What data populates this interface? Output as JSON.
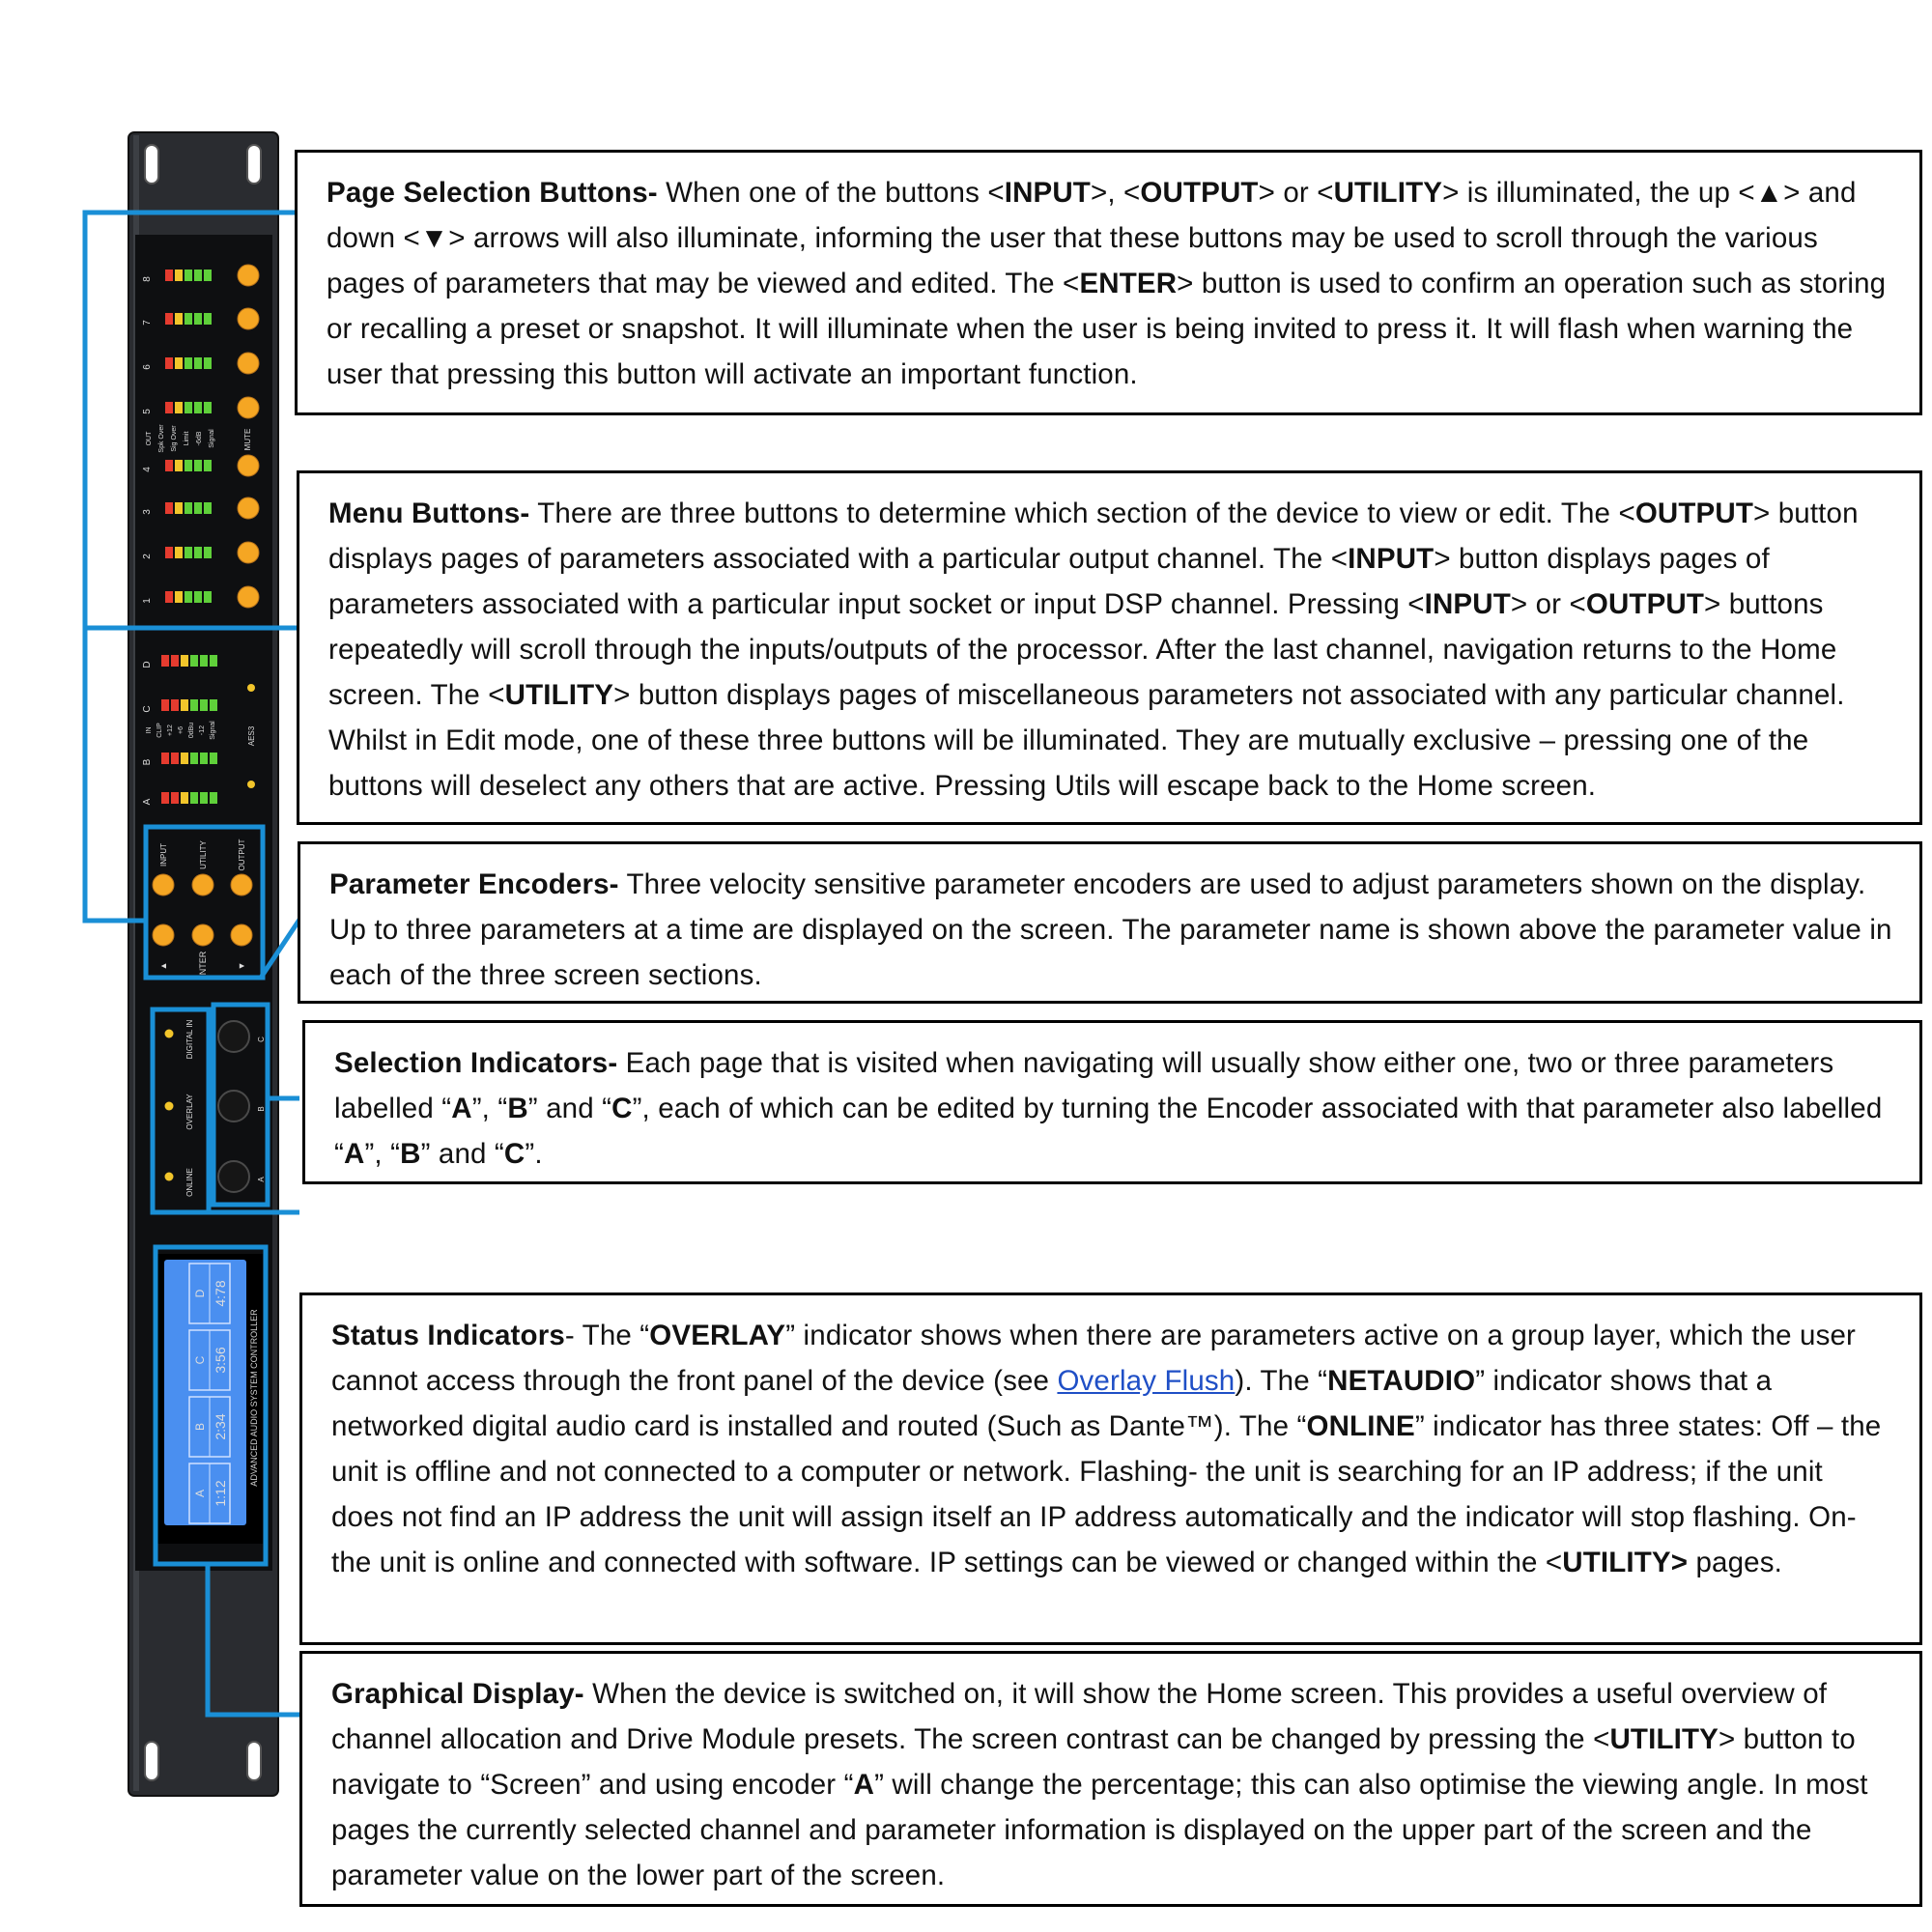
{
  "device": {
    "out_channels": [
      "8",
      "7",
      "6",
      "5",
      "4",
      "3",
      "2",
      "1"
    ],
    "out_legend": [
      "OUT",
      "Spk Over",
      "Sig Over",
      "Limit",
      "-6dB",
      "Signal"
    ],
    "mute_label": "MUTE",
    "in_channels": [
      "D",
      "C",
      "B",
      "A"
    ],
    "in_legend": [
      "IN",
      "CLIP",
      "+12",
      "+6",
      "0dBu",
      "-12",
      "Signal"
    ],
    "aes_label": "AES3",
    "menu_buttons": [
      "INPUT",
      "UTILITY",
      "OUTPUT"
    ],
    "nav_buttons": [
      "▲",
      "ENTER",
      "▼"
    ],
    "status_indicators": [
      "DIGITAL IN",
      "OVERLAY",
      "ONLINE"
    ],
    "encoders": [
      "C",
      "B",
      "A"
    ],
    "controller_label": "ADVANCED AUDIO SYSTEM CONTROLLER",
    "lcd": [
      {
        "name": "D",
        "value": "4:78"
      },
      {
        "name": "C",
        "value": "3:56"
      },
      {
        "name": "B",
        "value": "2:34"
      },
      {
        "name": "A",
        "value": "1:12"
      }
    ],
    "colors": {
      "accent": "#1a8fd6",
      "button": "#f5a623",
      "chassis": "#2a2c30",
      "lcd": "#4a8ff0"
    }
  },
  "sections": {
    "page_selection": {
      "heading": "Page Selection Buttons-",
      "t1": " When one of the buttons <",
      "b1": "INPUT",
      "t2": ">, <",
      "b2": "OUTPUT",
      "t3": "> or <",
      "b3": "UTILITY",
      "t4": "> is illuminated, the up <",
      "b4": "▲",
      "t5": ">  and down <",
      "b5": "▼",
      "t6": ">  arrows will also illuminate, informing the user that these buttons may be used to scroll through the various pages of parameters that may be viewed and edited. The <",
      "b6": "ENTER",
      "t7": "> button is used to confirm an operation such as storing or recalling a preset or snapshot. It will illuminate when the user is being invited to press it. It will flash when warning the user that pressing this button will activate an important function."
    },
    "menu_buttons": {
      "heading": "Menu Buttons-",
      "t1": " There are three buttons to determine which section of the device to view or edit. The <",
      "b1": "OUTPUT",
      "t2": "> button displays pages of parameters associated with a particular output channel. The <",
      "b2": "INPUT",
      "t3": "> button displays pages of parameters associated with a particular input socket or input DSP channel. Pressing <",
      "b3": "INPUT",
      "t4": "> or <",
      "b4": "OUTPUT",
      "t5": "> buttons repeatedly will scroll through the inputs/outputs of the processor. After the last channel, navigation returns to the Home screen.  The <",
      "b5": "UTILITY",
      "t6": "> button displays pages of miscellaneous parameters not associated with any particular channel. Whilst in Edit mode, one of these three buttons will be illuminated. They are mutually exclusive – pressing one of the buttons will deselect any others that are active. Pressing Utils will escape back to the Home screen."
    },
    "parameter_encoders": {
      "heading": "Parameter Encoders-",
      "t1": " Three velocity sensitive parameter encoders are used to adjust parameters shown on the display. Up to three parameters at a time are displayed on the screen. The parameter name is shown above the parameter value in each of the three screen sections."
    },
    "selection_indicators": {
      "heading": "Selection Indicators-",
      "t1": " Each page that is visited when navigating will usually show either one, two or three parameters labelled “",
      "b1": "A",
      "t2": "”, “",
      "b2": "B",
      "t3": "” and “",
      "b3": "C",
      "t4": "”, each of which can be edited by turning the Encoder associated with that parameter also labelled “",
      "b4": "A",
      "t5": "”, “",
      "b5": "B",
      "t6": "” and “",
      "b6": "C",
      "t7": "”."
    },
    "status_indicators": {
      "heading": "Status Indicators",
      "t1": "- The “",
      "b1": "OVERLAY",
      "t2": "” indicator shows when there are parameters active on a group layer, which the user cannot access through the front panel of the device (see ",
      "link": "Overlay Flush",
      "t3": "). The “",
      "b2": "NETAUDIO",
      "t4": "” indicator shows that a networked digital audio card is installed and routed (Such as Dante™). The “",
      "b3": "ONLINE",
      "t5": "” indicator has three states: Off – the unit is offline and not connected to a computer or network. Flashing- the unit is searching for an IP address; if the unit does not find an IP address the unit will assign itself an IP address automatically and the indicator will stop flashing. On- the unit is online and connected with software. IP settings can be viewed or changed within the <",
      "b4": "UTILITY>",
      "t6": " pages."
    },
    "graphical_display": {
      "heading": "Graphical Display-",
      "t1": " When the device is switched on, it will show the Home screen. This provides a useful overview of channel allocation and Drive Module presets. The screen contrast can be changed by pressing the <",
      "b1": "UTILITY",
      "t2": "> button to navigate to “Screen” and using encoder “",
      "b2": "A",
      "t3": "” will change the percentage; this can also optimise the viewing angle. In most pages the currently selected channel and parameter information is displayed on the upper part of the screen and the parameter value on the lower part of the screen."
    }
  }
}
